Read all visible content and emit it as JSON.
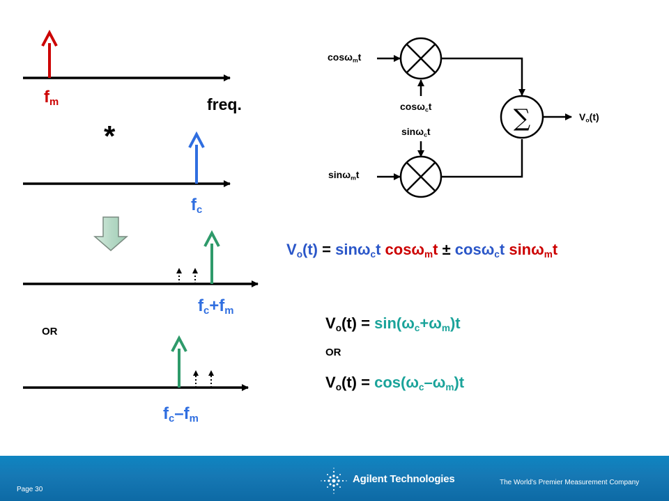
{
  "spectrum": {
    "fm": [
      "f",
      "m"
    ],
    "freq": "freq.",
    "star": "*",
    "fc": [
      "f",
      "c"
    ],
    "sum": [
      "f",
      "c",
      "+f",
      "m"
    ],
    "or": "OR",
    "diff": [
      "f",
      "c",
      "–f",
      "m"
    ]
  },
  "block": {
    "in1": [
      "cosω",
      "m",
      "t"
    ],
    "carrier1": [
      "cosω",
      "c",
      "t"
    ],
    "carrier2": [
      "sinω",
      "c",
      "t"
    ],
    "in2": [
      "sinω",
      "m",
      "t"
    ],
    "sigma": "∑",
    "out": [
      "V",
      "o",
      "(t)"
    ]
  },
  "equations": {
    "eq1": {
      "lhs": [
        "V",
        "o",
        "(t)"
      ],
      "eq": "=",
      "t1": [
        "sinω",
        "c",
        "t"
      ],
      "t2": [
        "cosω",
        "m",
        "t"
      ],
      "pm": "±",
      "t3": [
        "cosω",
        "c",
        "t"
      ],
      "t4": [
        "sinω",
        "m",
        "t"
      ]
    },
    "eq2": {
      "lhs": [
        "V",
        "o",
        "(t) ="
      ],
      "rhs": [
        "sin(ω",
        "c",
        "+ω",
        "m",
        ")t"
      ]
    },
    "or": "OR",
    "eq3": {
      "lhs": [
        "V",
        "o",
        "(t) ="
      ],
      "rhs": [
        "cos(ω",
        "c",
        "–ω",
        "m",
        ")t"
      ]
    }
  },
  "footer": {
    "page": "Page 30",
    "brand": "Agilent Technologies",
    "tagline": "The World's Premier Measurement Company"
  },
  "colors": {
    "red": "#cc0000",
    "blue": "#2f6ee0",
    "green": "#2e9a6a",
    "teal": "#1aa39a",
    "textBlue": "#2a56c8"
  }
}
